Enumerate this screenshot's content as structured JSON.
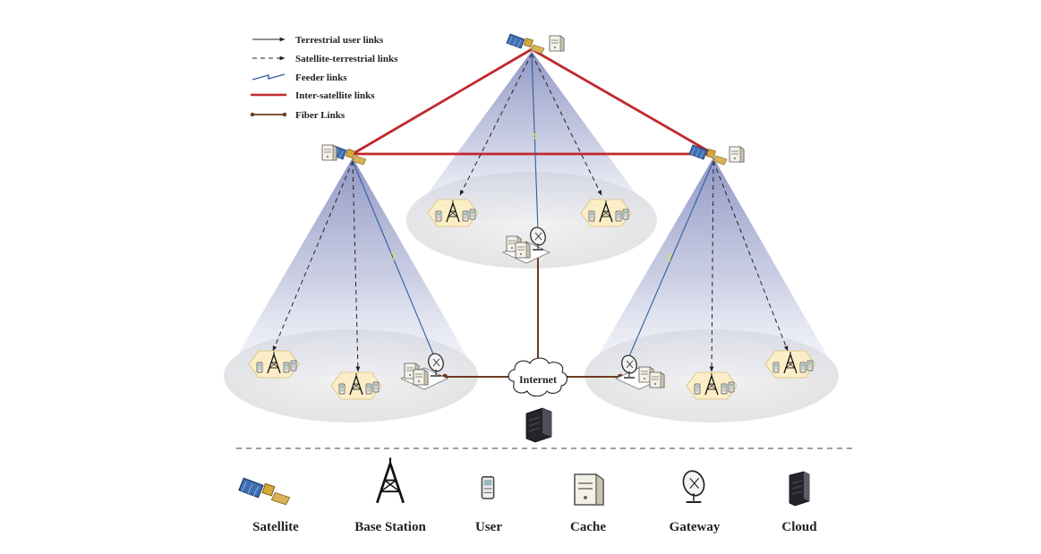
{
  "legend": {
    "terrestrial": "Terrestrial user links",
    "sat_terrestrial": "Satellite-terrestrial links",
    "feeder": "Feeder links",
    "inter_sat": "Inter-satellite links",
    "fiber": "Fiber Links"
  },
  "internet_label": "Internet",
  "icon_legend": {
    "satellite": "Satellite",
    "base_station": "Base Station",
    "user": "User",
    "cache": "Cache",
    "gateway": "Gateway",
    "cloud": "Cloud"
  },
  "colors": {
    "inter_satellite": "#c0282d",
    "fiber": "#6b3d1f",
    "feeder": "#2e5f9e",
    "beam_top": "#7b83b5",
    "cell_fill": "#fbeec7"
  },
  "icons": [
    "satellite-icon",
    "base-station-icon",
    "user-icon",
    "cache-icon",
    "gateway-icon",
    "cloud-server-icon",
    "internet-cloud-icon"
  ]
}
